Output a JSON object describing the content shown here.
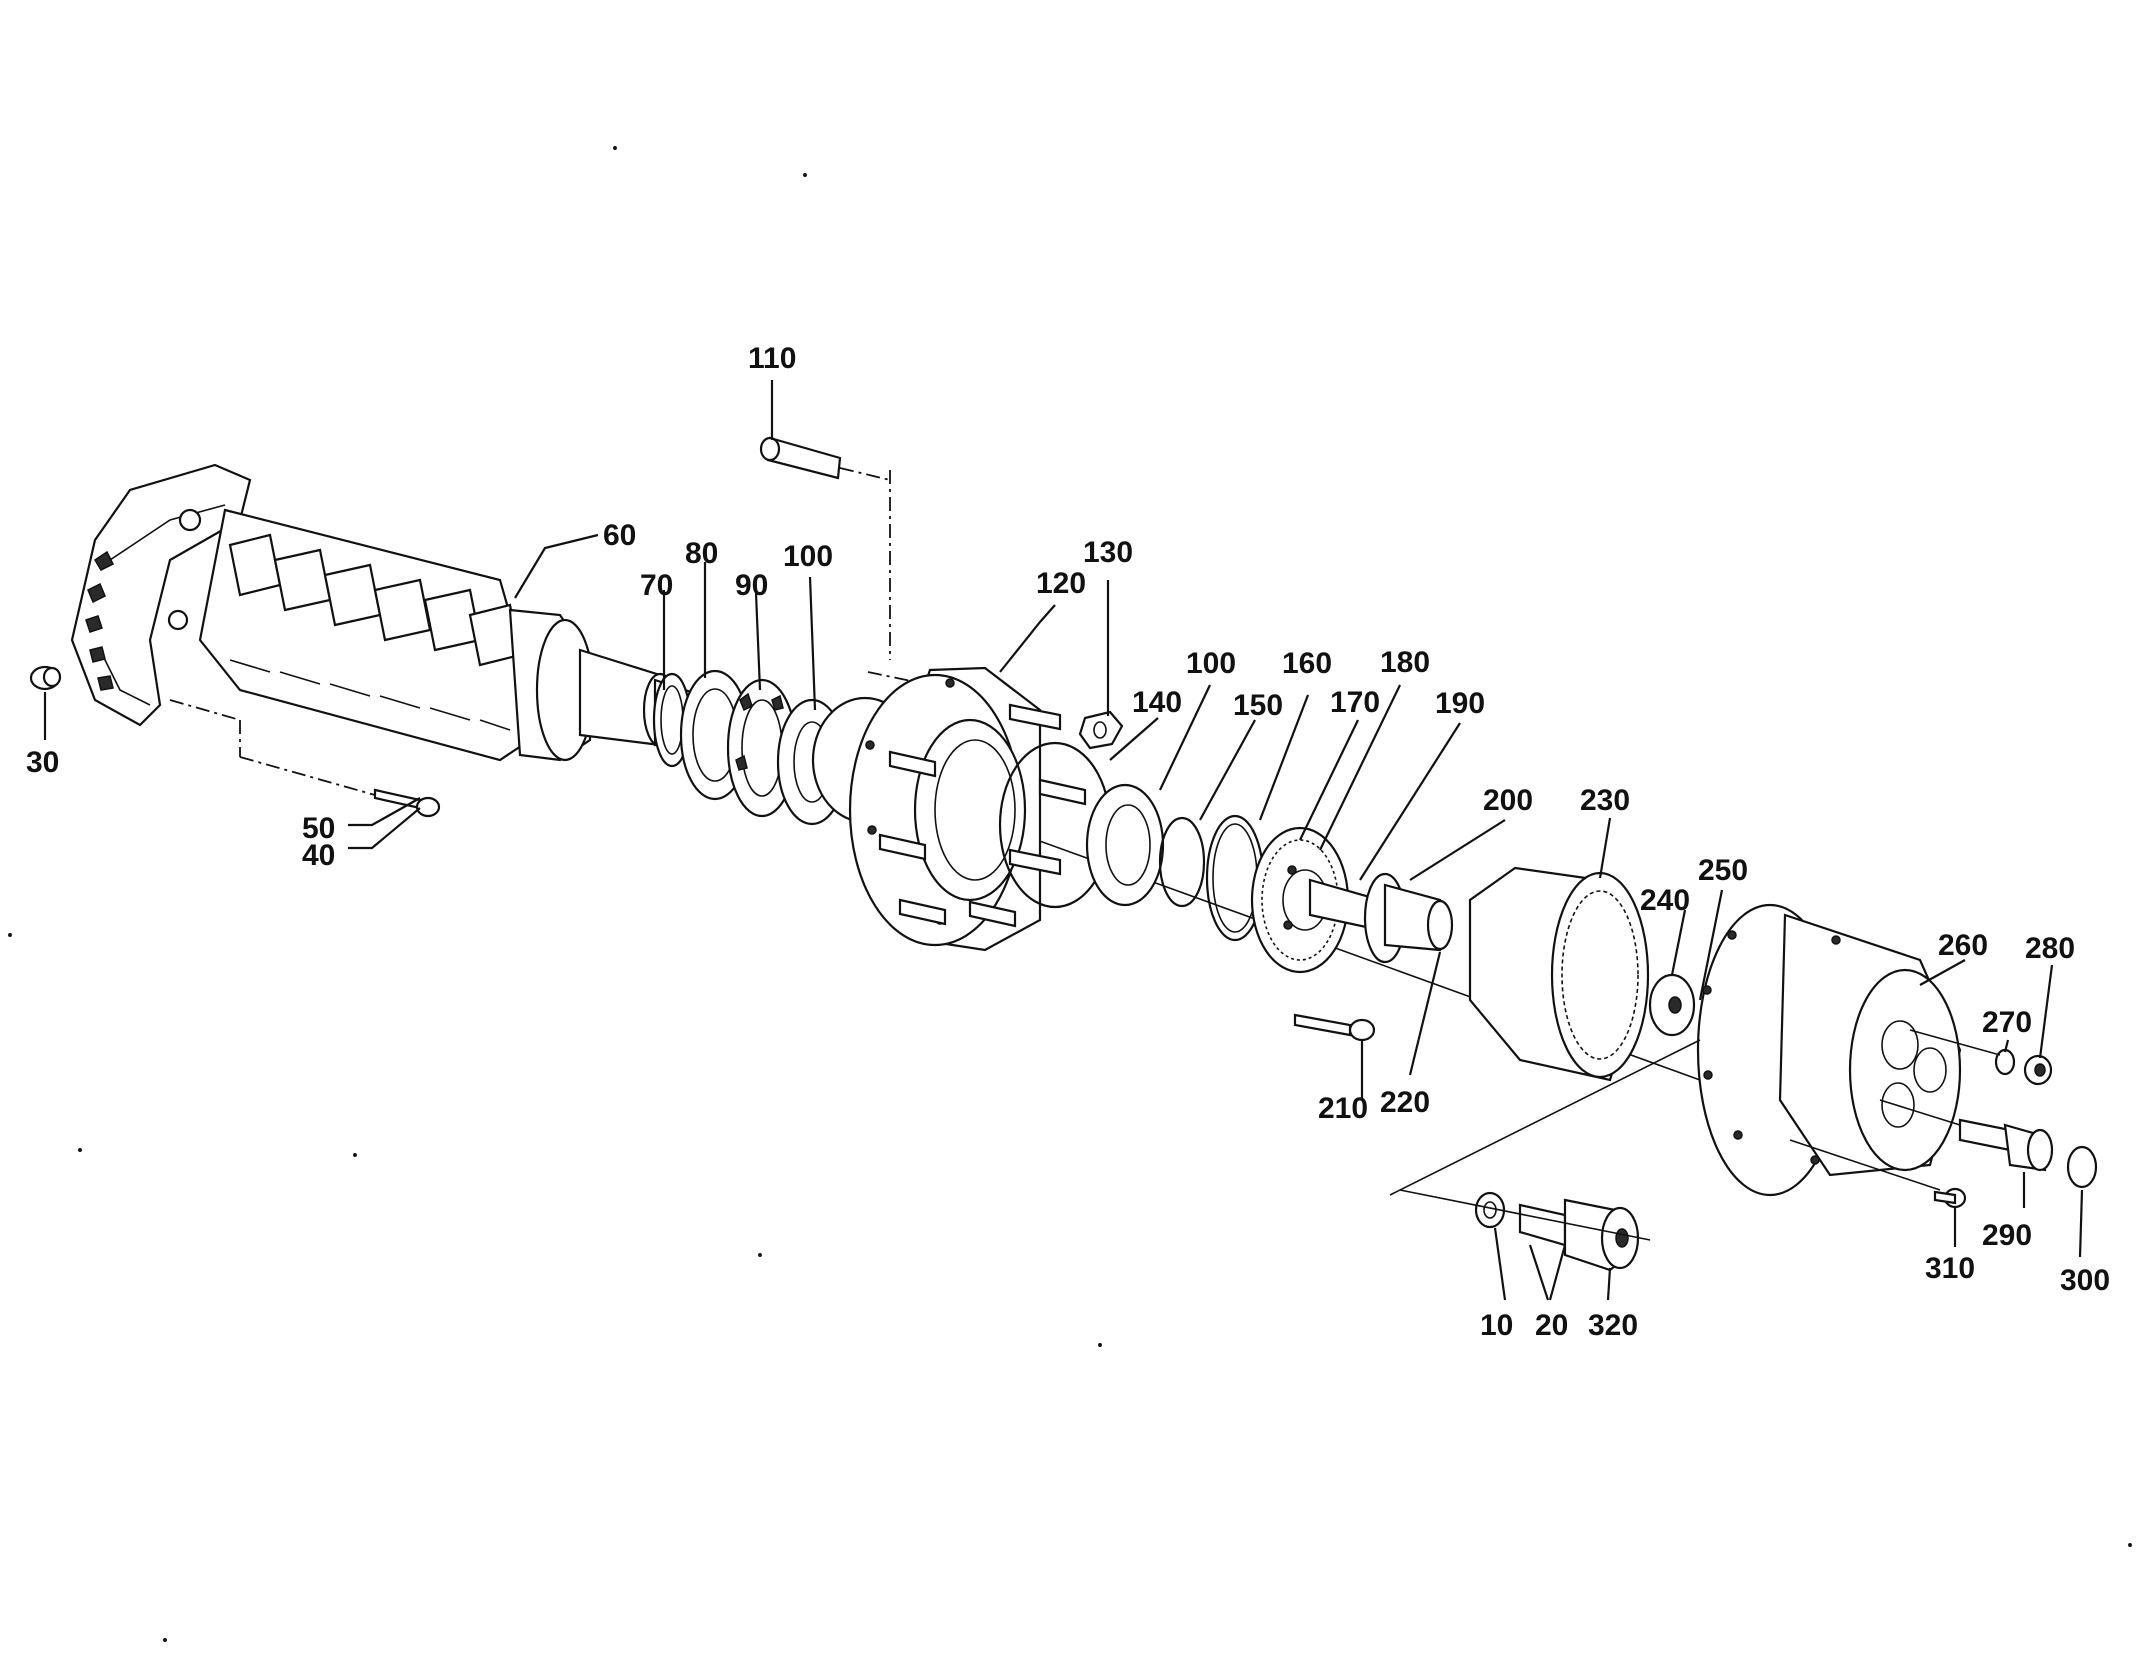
{
  "diagram": {
    "part_labels": {
      "p10": "10",
      "p20": "20",
      "p30": "30",
      "p40": "40",
      "p50": "50",
      "p60": "60",
      "p70": "70",
      "p80": "80",
      "p90": "90",
      "p100a": "100",
      "p100b": "100",
      "p110": "110",
      "p120": "120",
      "p130": "130",
      "p140": "140",
      "p150": "150",
      "p160": "160",
      "p170": "170",
      "p180": "180",
      "p190": "190",
      "p200": "200",
      "p210": "210",
      "p220": "220",
      "p230": "230",
      "p240": "240",
      "p250": "250",
      "p260": "260",
      "p270": "270",
      "p280": "280",
      "p290": "290",
      "p300": "300",
      "p310": "310",
      "p320": "320"
    }
  }
}
